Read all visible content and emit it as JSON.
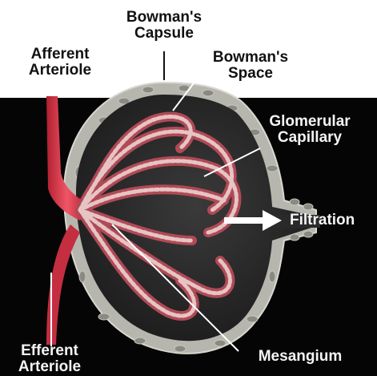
{
  "labels": {
    "bowmans_capsule": [
      "Bowman's",
      "Capsule"
    ],
    "afferent_arteriole": [
      "Afferent",
      "Arteriole"
    ],
    "bowmans_space": [
      "Bowman's",
      "Space"
    ],
    "glomerular_capillary": [
      "Glomerular",
      "Capillary"
    ],
    "filtration": "Filtration",
    "efferent_arteriole": [
      "Efferent",
      "Arteriole"
    ],
    "mesangium": "Mesangium"
  },
  "colors": {
    "background_top": "#ffffff",
    "background_bottom": "#050505",
    "capsule_wall": "#b8b8b0",
    "capsule_cells": "#8e8e86",
    "space": "#2b2b2b",
    "arteriole": "#d83a4c",
    "capillary": "#b8505a",
    "capillary_light": "#e8c8c8",
    "leader_line": "#ffffff",
    "arrow": "#ffffff"
  }
}
